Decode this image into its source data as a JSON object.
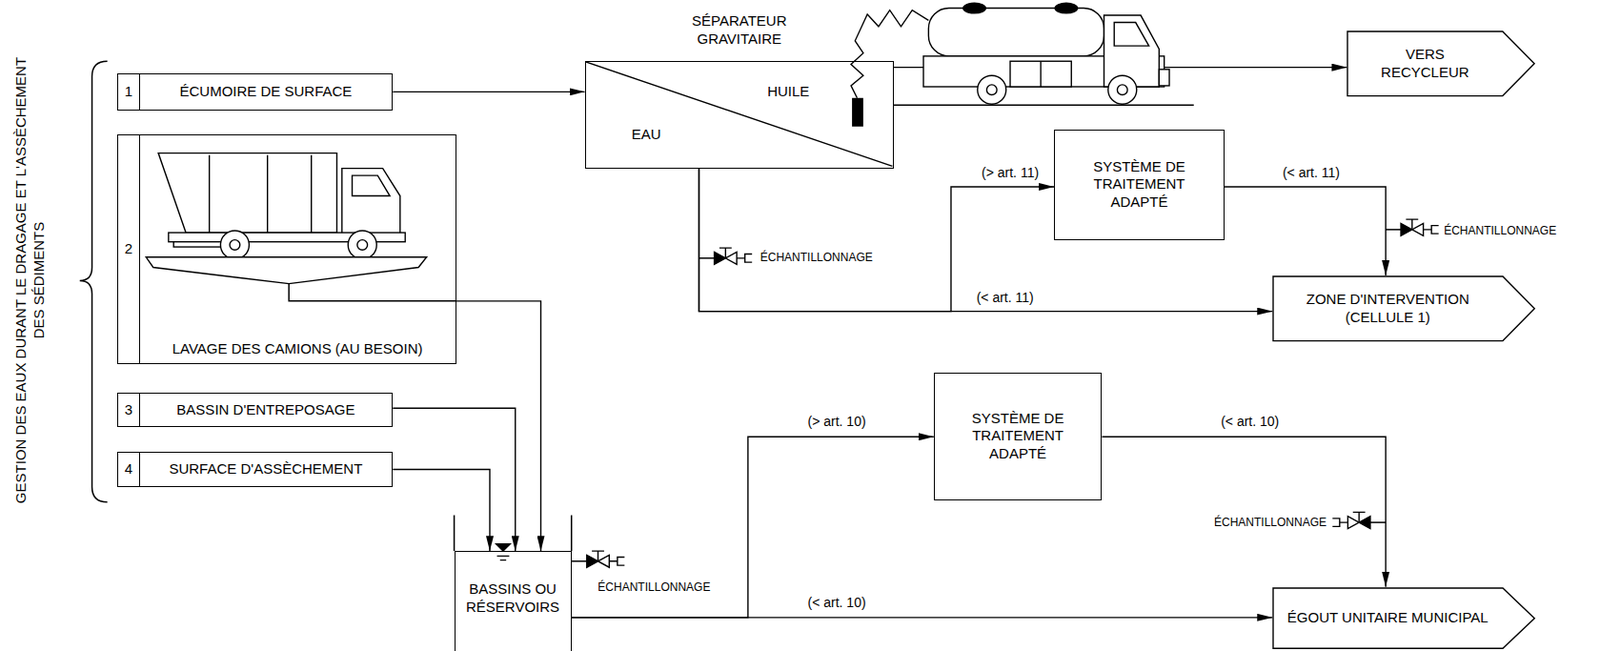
{
  "diagram": {
    "nodes": [
      {
        "text": [
          "1",
          "ÉCUMOIRE DE SURFACE"
        ]
      },
      {
        "text": [
          "2",
          "LAVAGE DES CAMIONS (AU BESOIN)"
        ]
      },
      {
        "text": [
          "3",
          "BASSIN D'ENTREPOSAGE"
        ]
      },
      {
        "text": [
          "4",
          "SURFACE D'ASSÈCHEMENT"
        ]
      },
      {
        "text": [
          "SÉPARATEUR GRAVITAIRE",
          "EAU",
          "HUILE"
        ]
      },
      {
        "text": [
          "VERS RECYCLEUR"
        ]
      },
      {
        "text": [
          "SYSTÈME DE TRAITEMENT ADAPTÉ"
        ]
      },
      {
        "text": [
          "ZONE D'INTERVENTION (CELLULE 1)"
        ]
      },
      {
        "text": [
          "BASSINS OU RÉSERVOIRS"
        ]
      },
      {
        "text": [
          "SYSTÈME DE TRAITEMENT ADAPTÉ"
        ]
      },
      {
        "text": [
          "ÉGOUT UNITAIRE MUNICIPAL"
        ]
      }
    ],
    "edges": [
      {
        "from": 0,
        "to": 4,
        "arrow": "to"
      },
      {
        "from": 4,
        "to": 5,
        "arrow": "to"
      },
      {
        "from": 4,
        "to": 7,
        "label": "(< art. 11)",
        "arrow": "to"
      },
      {
        "from": 4,
        "to": 6,
        "label": "(> art. 11)",
        "arrow": "to"
      },
      {
        "from": 6,
        "to": 7,
        "label": "(< art. 11)",
        "arrow": "to"
      },
      {
        "from": 8,
        "to": 10,
        "label": "(< art. 10)",
        "arrow": "to"
      },
      {
        "from": 8,
        "to": 9,
        "label": "(> art. 10)",
        "arrow": "to"
      },
      {
        "from": 9,
        "to": 10,
        "label": "(< art. 10)",
        "arrow": "to"
      },
      {
        "from": 1,
        "to": 8,
        "arrow": "to"
      },
      {
        "from": 2,
        "to": 8,
        "arrow": "to"
      },
      {
        "from": 3,
        "to": 8,
        "arrow": "to"
      }
    ],
    "labels": [
      "GESTION DES EAUX DURANT LE DRAGAGE ET L'ASSÈCHEMENT DES SÉDIMENTS",
      "ÉCHANTILLONNAGE",
      "ÉCHANTILLONNAGE",
      "ÉCHANTILLONNAGE",
      "ÉCHANTILLONNAGE"
    ]
  }
}
